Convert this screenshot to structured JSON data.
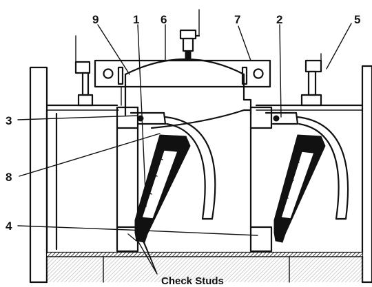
{
  "callouts": {
    "c1": "1",
    "c2": "2",
    "c3": "3",
    "c4": "4",
    "c5": "5",
    "c6": "6",
    "c7": "7",
    "c8": "8",
    "c9": "9"
  },
  "caption": "Check Studs"
}
